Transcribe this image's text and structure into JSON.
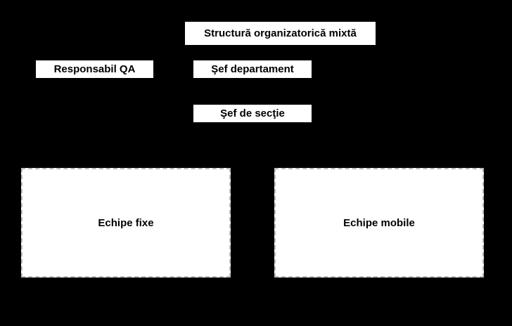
{
  "diagram": {
    "title": "Structură organizatorică mixtă",
    "nodes": {
      "qa": "Responsabil QA",
      "department_head": "Şef departament",
      "section_head": "Şef de secţie",
      "fixed_teams": "Echipe fixe",
      "mobile_teams": "Echipe mobile"
    }
  }
}
